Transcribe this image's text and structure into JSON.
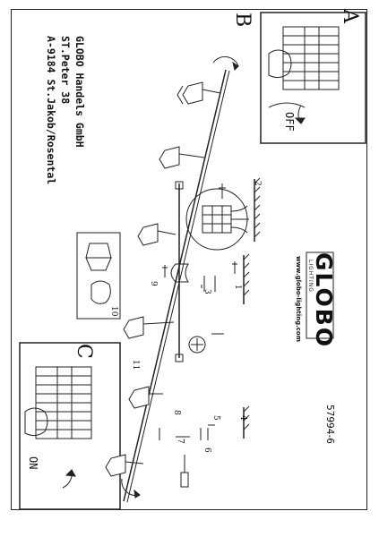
{
  "panels": {
    "a_letter": "A",
    "b_letter": "B",
    "c_letter": "C",
    "off_label": "OFF",
    "on_label": "ON"
  },
  "company": {
    "line1": "GLOBO Handels GmbH",
    "line2": "ST.Peter 38",
    "line3": "A-9184 St.Jakob/Rosental"
  },
  "brand": {
    "logo": "GLOBO",
    "tagline": "LIGHTING",
    "url": "www.globo-lighting.com"
  },
  "product": {
    "code": "57994-6"
  },
  "steps": {
    "s1": "1",
    "s2": "2",
    "s3": "3",
    "s4": "4",
    "s5": "5",
    "s6": "6",
    "s7": "7",
    "s8": "8",
    "s9": "9",
    "s10": "10",
    "s11": "11"
  }
}
